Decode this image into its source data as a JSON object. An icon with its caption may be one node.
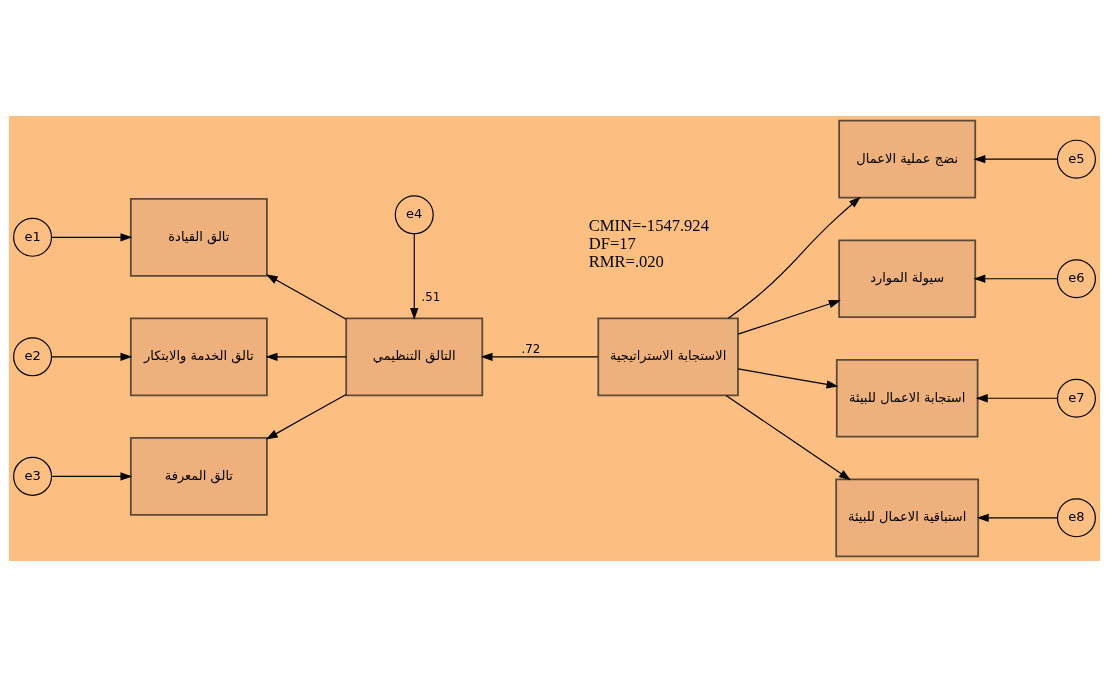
{
  "diagram": {
    "nodes": [
      {
        "text": [
          "e1"
        ]
      },
      {
        "text": [
          "تالق القيادة"
        ]
      },
      {
        "text": [
          "e2"
        ]
      },
      {
        "text": [
          "تالق الخدمة والابتكار"
        ]
      },
      {
        "text": [
          "e3"
        ]
      },
      {
        "text": [
          "تالق المعرفة"
        ]
      },
      {
        "text": [
          "e4"
        ]
      },
      {
        "text": [
          "التالق التنظيمي"
        ],
        "beside": [
          ".51"
        ]
      },
      {
        "text": [
          "الاستجابة الاستراتيجية"
        ]
      },
      {
        "text": [
          "نضج عملية الاعمال"
        ]
      },
      {
        "text": [
          "e5"
        ]
      },
      {
        "text": [
          "سيولة الموارد"
        ]
      },
      {
        "text": [
          "e6"
        ]
      },
      {
        "text": [
          "استجابة الاعمال للبيئة"
        ]
      },
      {
        "text": [
          "e7"
        ]
      },
      {
        "text": [
          "استباقية الاعمال للبيئة"
        ]
      },
      {
        "text": [
          "e8"
        ]
      }
    ],
    "edges": [
      {
        "from": 0,
        "to": 1,
        "arrow": "to"
      },
      {
        "from": 2,
        "to": 3,
        "arrow": "to"
      },
      {
        "from": 4,
        "to": 5,
        "arrow": "to"
      },
      {
        "from": 7,
        "to": 1,
        "arrow": "to"
      },
      {
        "from": 7,
        "to": 3,
        "arrow": "to"
      },
      {
        "from": 7,
        "to": 5,
        "arrow": "to"
      },
      {
        "from": 6,
        "to": 7,
        "arrow": "to"
      },
      {
        "from": 8,
        "to": 7,
        "arrow": "to",
        "label": ".72"
      },
      {
        "from": 8,
        "to": 9,
        "arrow": "to"
      },
      {
        "from": 8,
        "to": 11,
        "arrow": "to"
      },
      {
        "from": 8,
        "to": 13,
        "arrow": "to"
      },
      {
        "from": 8,
        "to": 15,
        "arrow": "to"
      },
      {
        "from": 10,
        "to": 9,
        "arrow": "to"
      },
      {
        "from": 12,
        "to": 11,
        "arrow": "to"
      },
      {
        "from": 14,
        "to": 13,
        "arrow": "to"
      },
      {
        "from": 16,
        "to": 15,
        "arrow": "to"
      }
    ],
    "labels": [
      "CMIN=-1547.924",
      "DF=17",
      "RMR=.020"
    ]
  }
}
